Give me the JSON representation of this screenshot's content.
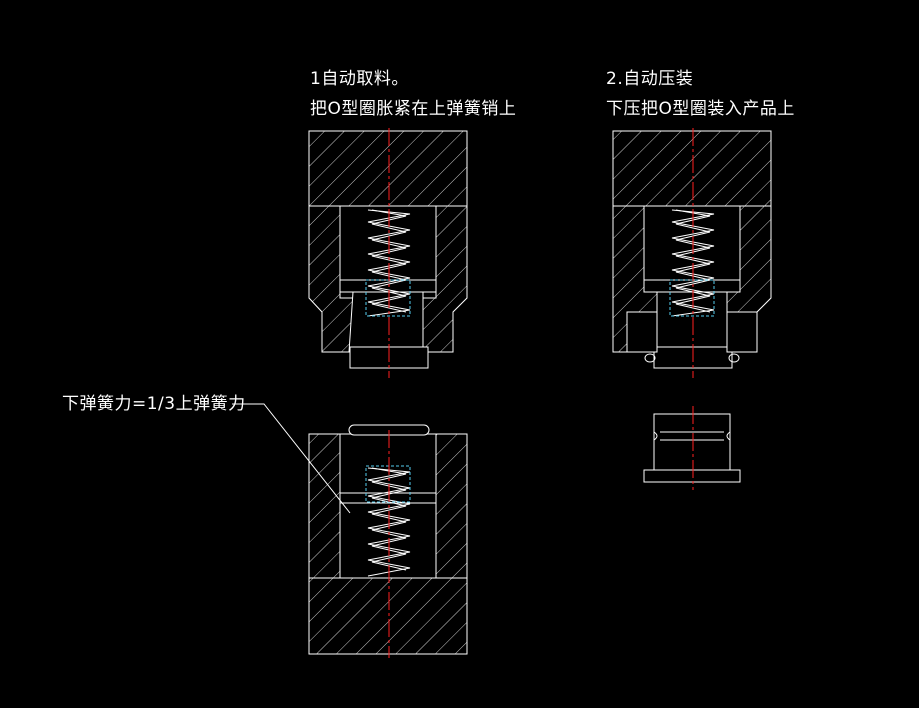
{
  "annotations": {
    "step1_title": "1自动取料。",
    "step1_desc": "把O型圈胀紧在上弹簧销上",
    "step2_title": "2.自动压装",
    "step2_desc": "下压把O型圈装入产品上",
    "spring_force_note": "下弹簧力=1/3上弹簧力"
  },
  "colors": {
    "background": "#000000",
    "outline": "#ffffff",
    "centerline": "#ff2020",
    "hatch": "#ffffff",
    "part_detail": "#55ccee"
  }
}
